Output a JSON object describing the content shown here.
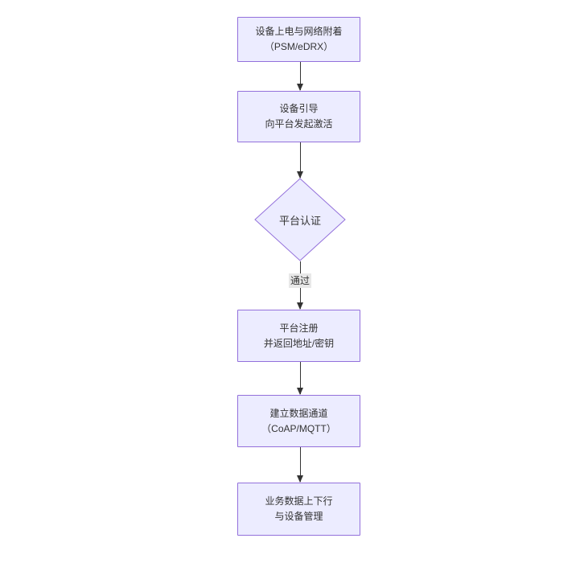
{
  "diagram": {
    "type": "flowchart",
    "direction": "top-down",
    "nodes": [
      {
        "id": "n1",
        "shape": "rect",
        "lines": [
          "设备上电与网络附着",
          "（PSM/eDRX）"
        ]
      },
      {
        "id": "n2",
        "shape": "rect",
        "lines": [
          "设备引导",
          "向平台发起激活"
        ]
      },
      {
        "id": "n3",
        "shape": "diamond",
        "lines": [
          "平台认证"
        ]
      },
      {
        "id": "n4",
        "shape": "rect",
        "lines": [
          "平台注册",
          "并返回地址/密钥"
        ]
      },
      {
        "id": "n5",
        "shape": "rect",
        "lines": [
          "建立数据通道",
          "（CoAP/MQTT）"
        ]
      },
      {
        "id": "n6",
        "shape": "rect",
        "lines": [
          "业务数据上下行",
          "与设备管理"
        ]
      }
    ],
    "edges": [
      {
        "from": "n1",
        "to": "n2",
        "label": ""
      },
      {
        "from": "n2",
        "to": "n3",
        "label": ""
      },
      {
        "from": "n3",
        "to": "n4",
        "label": "通过"
      },
      {
        "from": "n4",
        "to": "n5",
        "label": ""
      },
      {
        "from": "n5",
        "to": "n6",
        "label": ""
      }
    ]
  },
  "colors": {
    "node_fill": "#ECECFF",
    "node_border": "#9370DB",
    "edge_color": "#333333",
    "label_bg": "#e8e8e8",
    "text_color": "#333333"
  }
}
